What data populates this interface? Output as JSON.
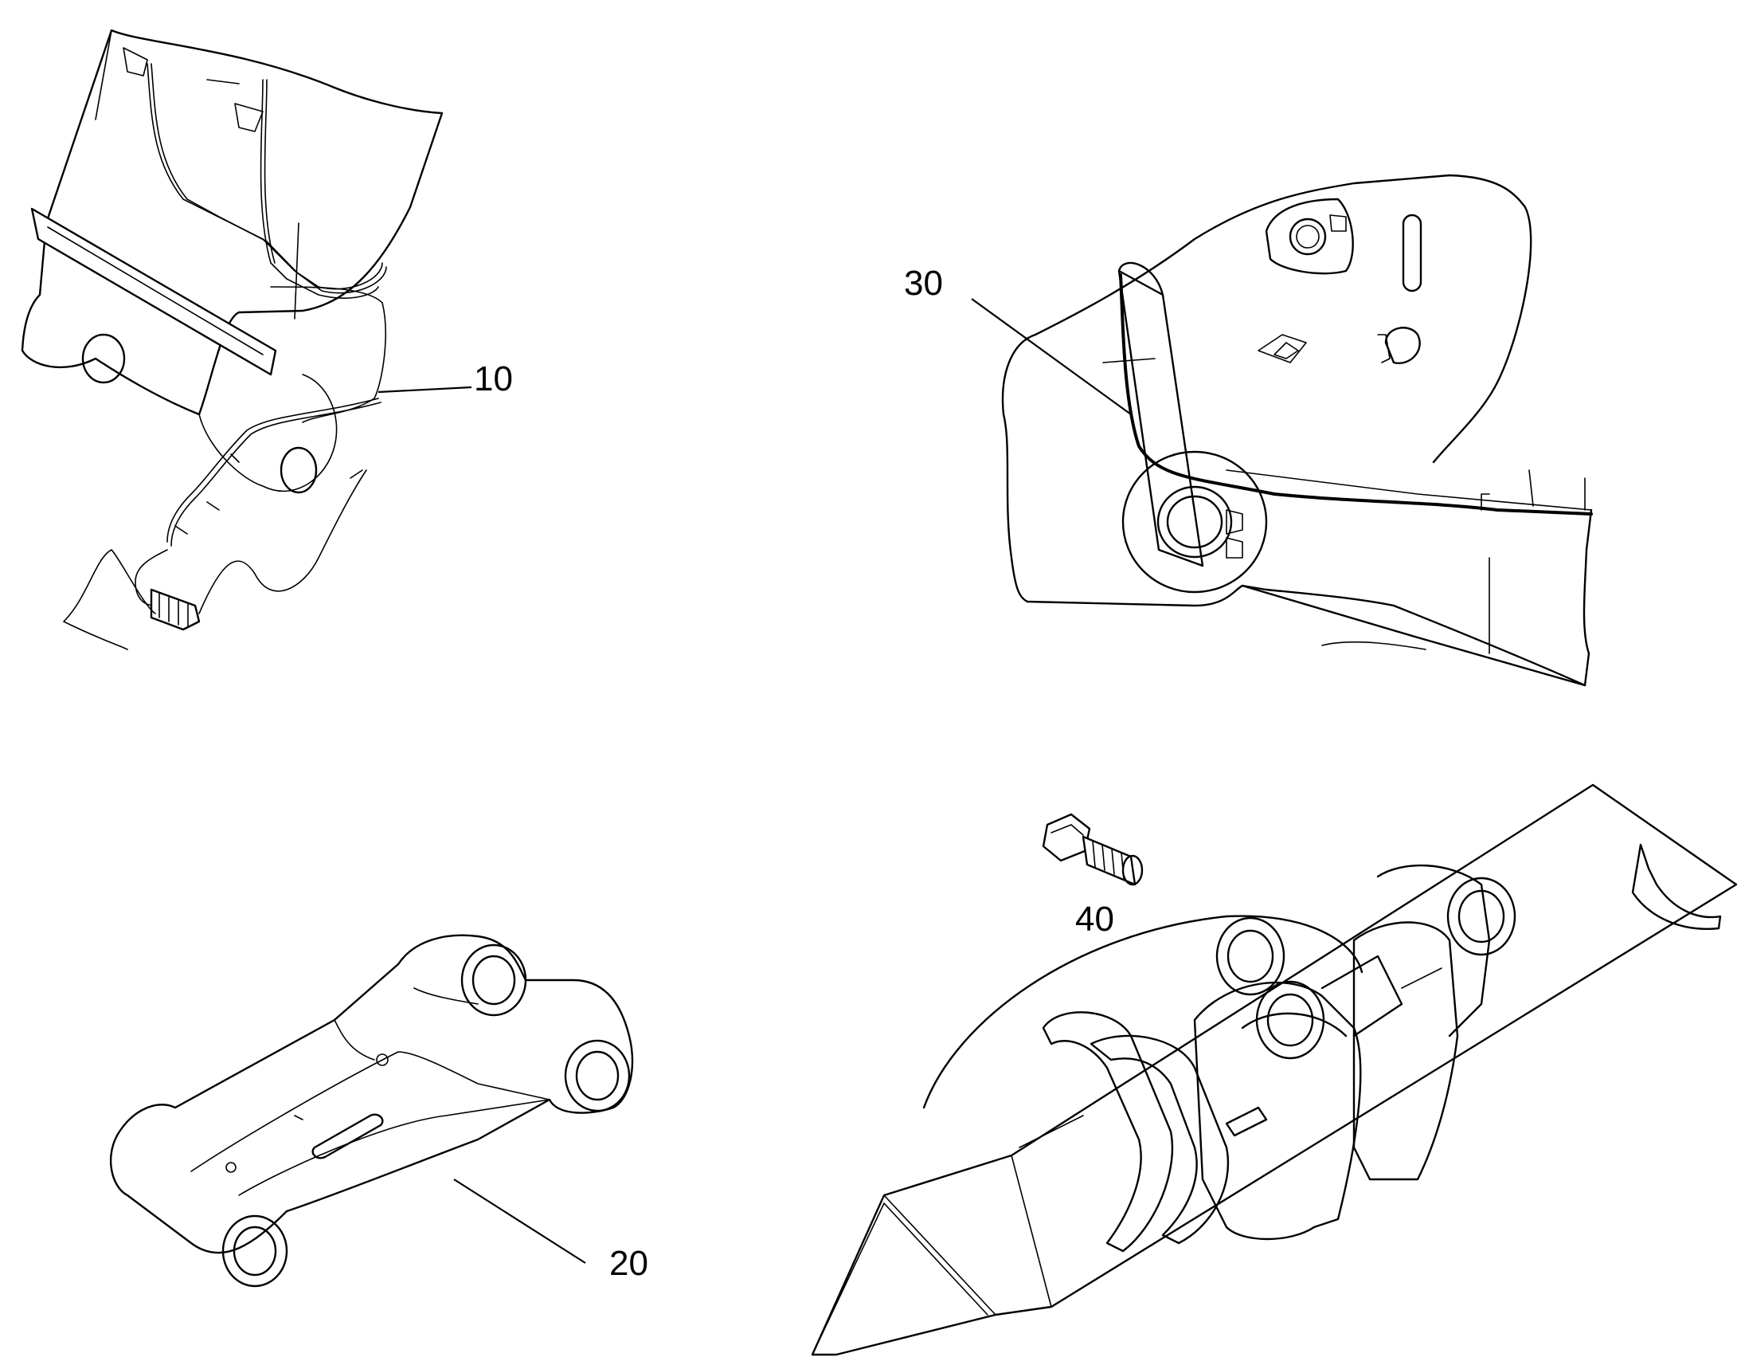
{
  "callouts": {
    "c10": "10",
    "c20": "20",
    "c30": "30",
    "c40": "40"
  }
}
